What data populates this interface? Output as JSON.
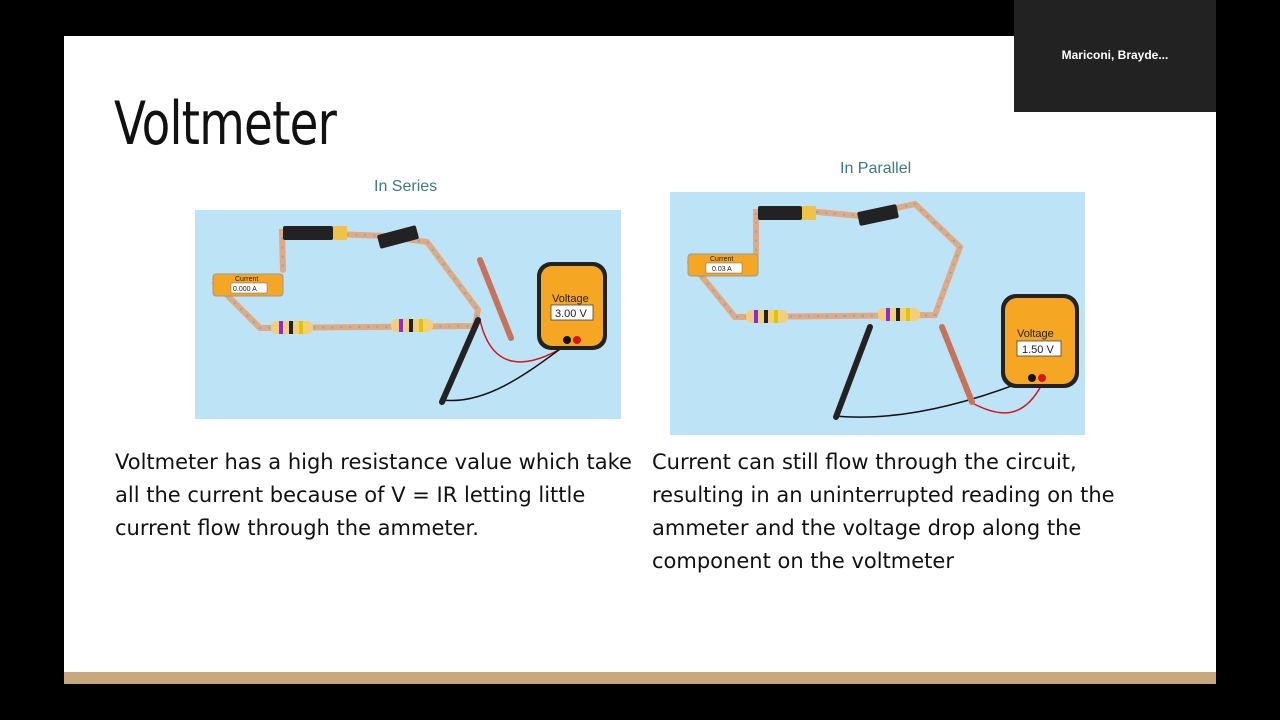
{
  "slide": {
    "title": "Voltmeter",
    "left_caption": "In Series",
    "right_caption": "In Parallel",
    "left_text": "Voltmeter has a high resistance value which take all the current because of V = IR letting little current flow through the ammeter.",
    "right_text": "Current can still flow through the circuit, resulting in an uninterrupted reading on the ammeter and the voltage drop along the component on the voltmeter"
  },
  "series_sim": {
    "ammeter_label": "Current",
    "ammeter_reading": "0.000 A",
    "voltmeter_label": "Voltage",
    "voltmeter_reading": "3.00 V"
  },
  "parallel_sim": {
    "ammeter_label": "Current",
    "ammeter_reading": "0.03 A",
    "voltmeter_label": "Voltage",
    "voltmeter_reading": "1.50 V"
  },
  "participant": {
    "name": "Mariconi,  Brayde..."
  },
  "colors": {
    "sim_background": "#bde3f6",
    "bottom_bar": "#c9a97c",
    "caption": "#3a7d7a",
    "meter_orange": "#f5a623",
    "wire": "#e8a77e"
  }
}
